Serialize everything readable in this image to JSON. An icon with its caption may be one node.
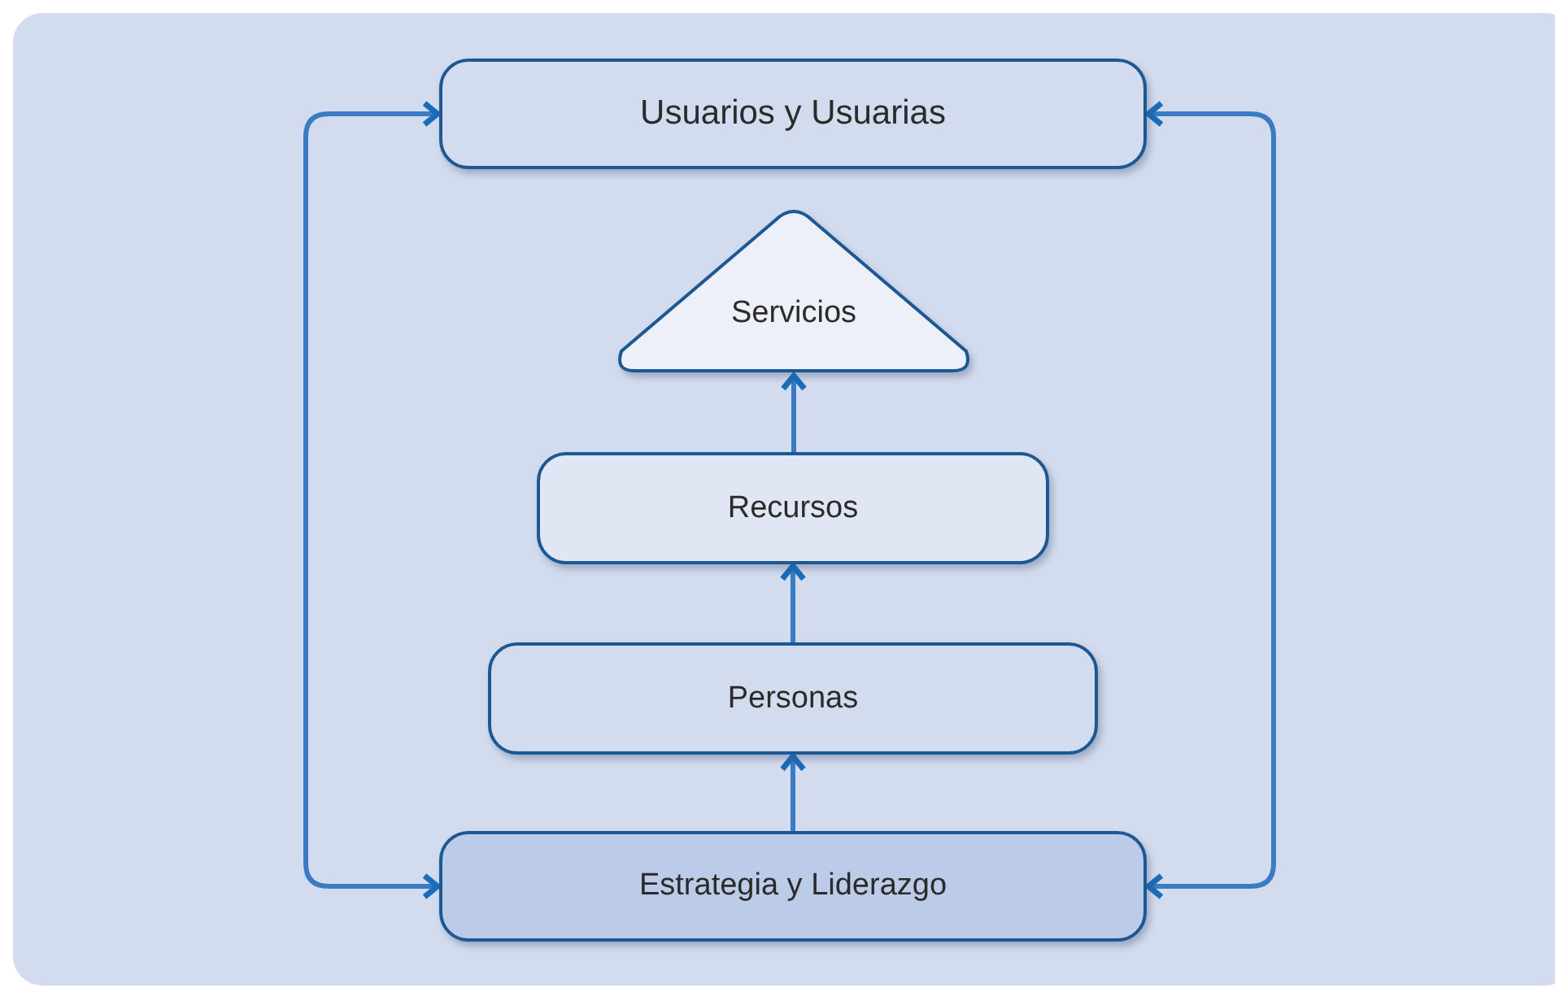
{
  "diagram": {
    "nodes": [
      {
        "text": [
          "Usuarios y Usuarias"
        ]
      },
      {
        "text": [
          "Servicios"
        ]
      },
      {
        "text": [
          "Recursos"
        ]
      },
      {
        "text": [
          "Personas"
        ]
      },
      {
        "text": [
          "Estrategia y Liderazgo"
        ]
      }
    ],
    "edges": [
      {
        "from": 4,
        "to": 0,
        "arrow": "both"
      },
      {
        "from": 4,
        "to": 0,
        "arrow": "both"
      },
      {
        "from": 4,
        "to": 3,
        "arrow": "to"
      },
      {
        "from": 3,
        "to": 2,
        "arrow": "to"
      },
      {
        "from": 2,
        "to": 1,
        "arrow": "to"
      }
    ]
  }
}
